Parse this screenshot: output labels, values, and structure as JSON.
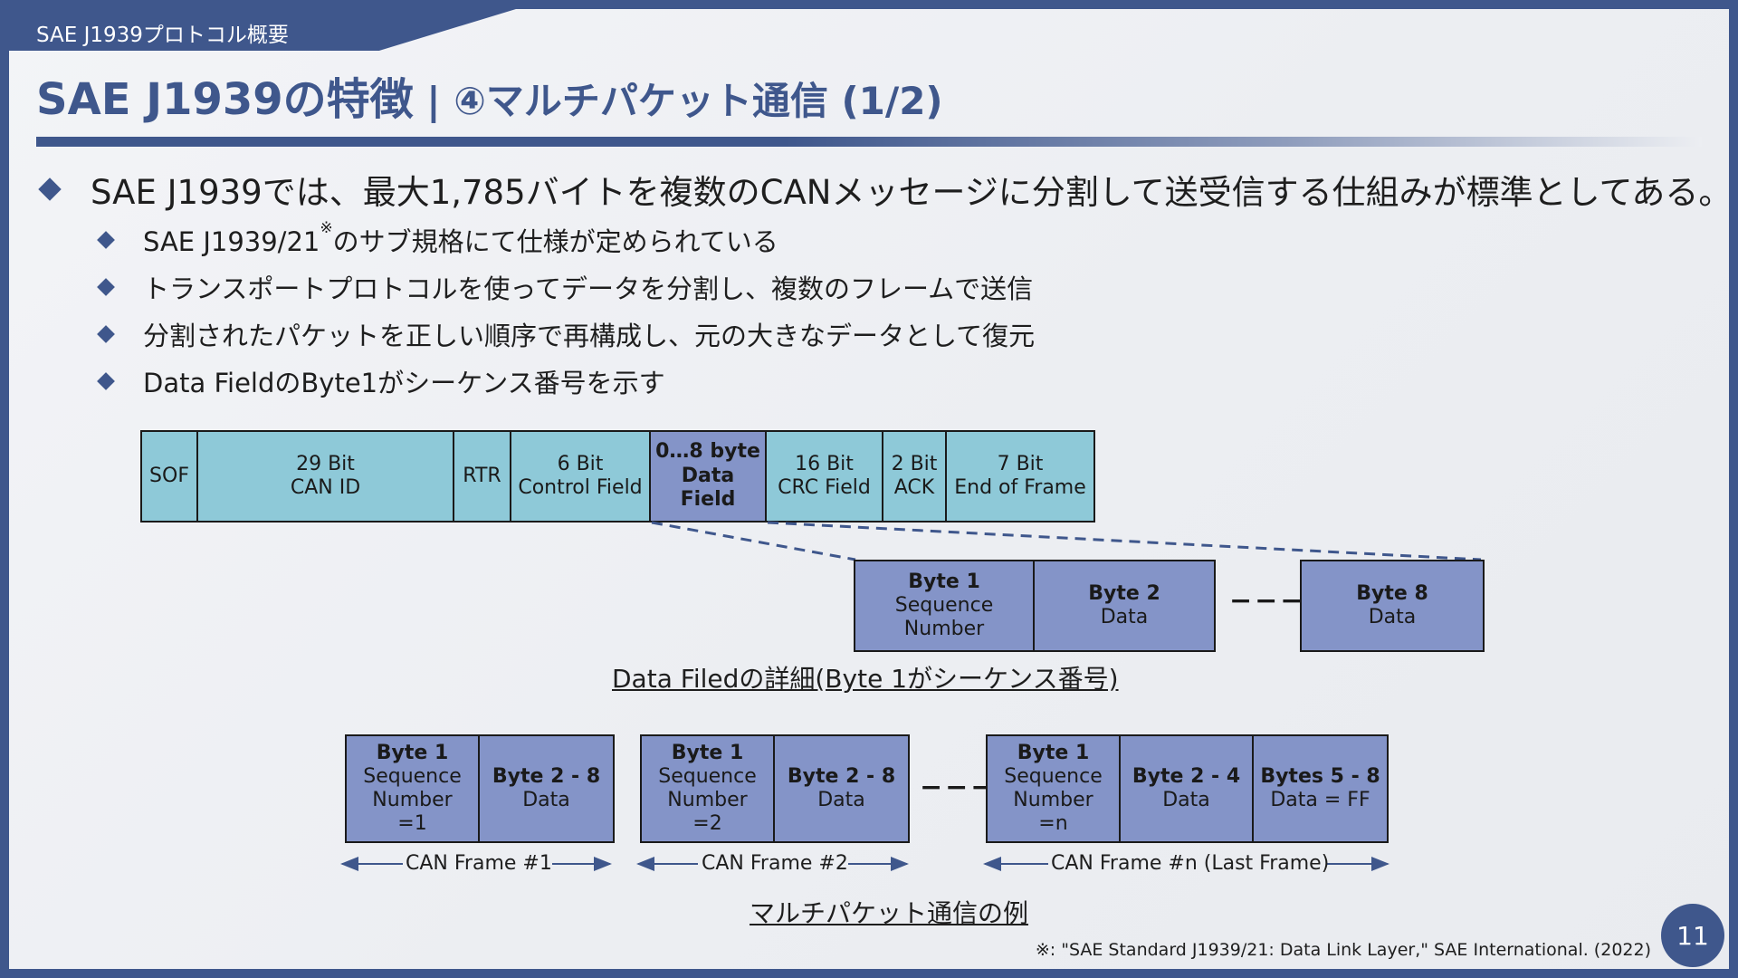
{
  "header": {
    "section": "SAE J1939プロトコル概要",
    "title_main": "SAE J1939の特徴",
    "title_sub": " | ④マルチパケット通信 (1/2)"
  },
  "bullets": {
    "main": "SAE J1939では、最大1,785バイトを複数のCANメッセージに分割して送受信する仕組みが標準としてある。",
    "sub1_pre": "SAE J1939/21",
    "sub1_mark": "※",
    "sub1_post": "のサブ規格にて仕様が定められている",
    "sub2": "トランスポートプロトコルを使ってデータを分割し、複数のフレームで送信",
    "sub3": "分割されたパケットを正しい順序で再構成し、元の大きなデータとして復元",
    "sub4": "Data FieldのByte1がシーケンス番号を示す"
  },
  "can_frame": {
    "sof": "SOF",
    "can_id_1": "29 Bit",
    "can_id_2": "CAN ID",
    "rtr": "RTR",
    "control_1": "6 Bit",
    "control_2": "Control Field",
    "data_1": "0…8 byte",
    "data_2": "Data Field",
    "crc_1": "16 Bit",
    "crc_2": "CRC Field",
    "ack_1": "2 Bit",
    "ack_2": "ACK",
    "eof_1": "7 Bit",
    "eof_2": "End of Frame"
  },
  "data_field_detail": {
    "byte1_title": "Byte 1",
    "byte1_l2": "Sequence",
    "byte1_l3": "Number",
    "byte2_title": "Byte 2",
    "byte2_l2": "Data",
    "ellipsis": "−−−",
    "byte8_title": "Byte 8",
    "byte8_l2": "Data",
    "caption": "Data Filedの詳細(Byte 1がシーケンス番号)"
  },
  "multipacket": {
    "frames": [
      {
        "seq_title": "Byte 1",
        "seq_l2": "Sequence",
        "seq_l3": "Number",
        "seq_l4": "=1",
        "data_title": "Byte 2 - 8",
        "data_l2": "Data",
        "label": "CAN Frame #1"
      },
      {
        "seq_title": "Byte 1",
        "seq_l2": "Sequence",
        "seq_l3": "Number",
        "seq_l4": "=2",
        "data_title": "Byte 2 - 8",
        "data_l2": "Data",
        "label": "CAN Frame #2"
      },
      {
        "seq_title": "Byte 1",
        "seq_l2": "Sequence",
        "seq_l3": "Number",
        "seq_l4": "=n",
        "data_title": "Byte 2 - 4",
        "data_l2": "Data",
        "extra_title": "Bytes 5 - 8",
        "extra_l2": "Data = FF",
        "label": "CAN Frame #n (Last Frame)"
      }
    ],
    "ellipsis": "−−−",
    "caption": "マルチパケット通信の例"
  },
  "footnote": "※: \"SAE Standard J1939/21: Data Link Layer,\" SAE International. (2022)",
  "page_number": "11",
  "colors": {
    "brand": "#3f578c",
    "can_cell": "#8ec9d8",
    "data_cell": "#8494c8"
  }
}
